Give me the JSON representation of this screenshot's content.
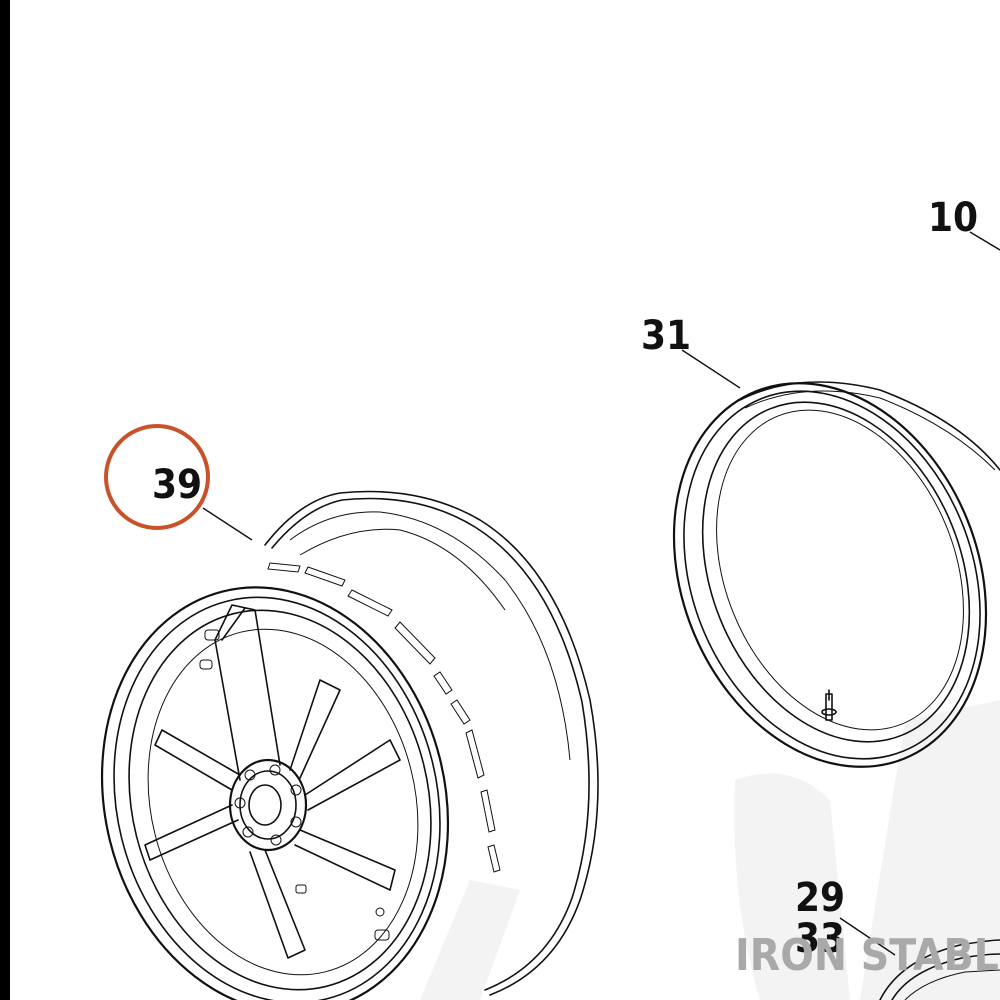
{
  "diagram": {
    "callouts": [
      {
        "id": "10",
        "label": "10"
      },
      {
        "id": "31",
        "label": "31"
      },
      {
        "id": "39",
        "label": "39",
        "highlighted": true
      },
      {
        "id": "29",
        "label": "29"
      },
      {
        "id": "33",
        "label": "33"
      }
    ],
    "highlight_color": "#c8532b",
    "watermark": "IRON STABLE",
    "border_color": "#000000"
  }
}
